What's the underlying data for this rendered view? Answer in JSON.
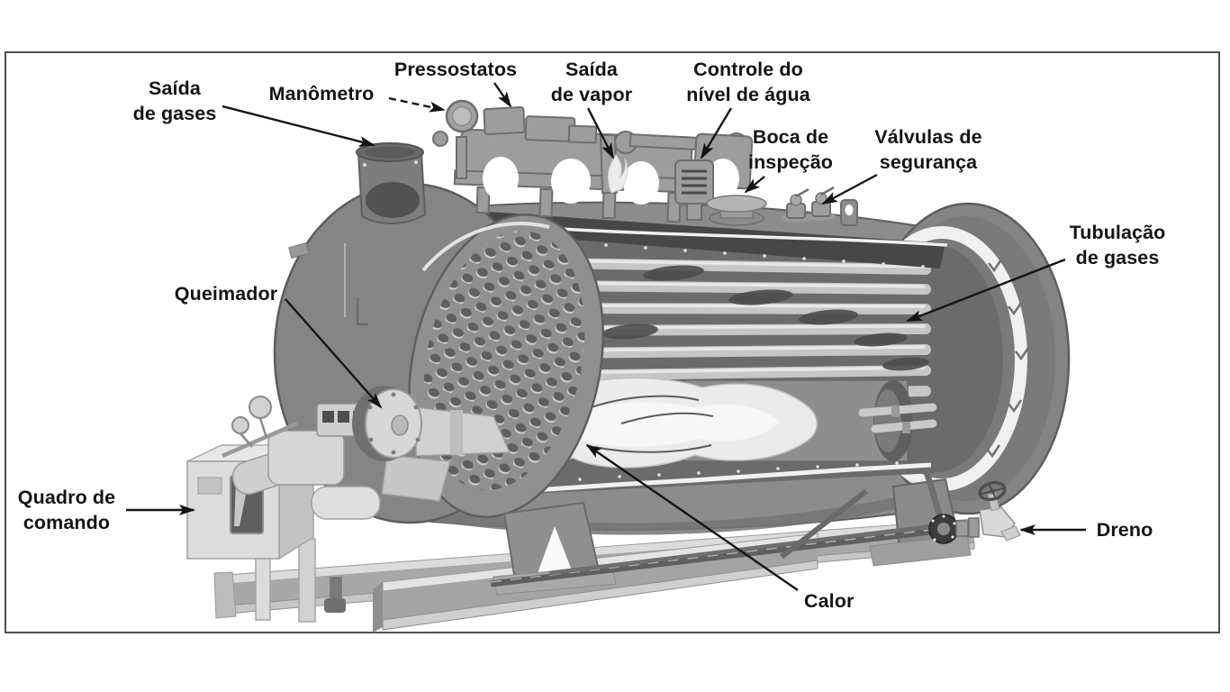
{
  "figure": {
    "subject": "Diagrama em corte de caldeira flamotubular com componentes identificados",
    "background": "#ffffff",
    "border_color": "#4f4f4f",
    "labels": [
      {
        "id": "saida-de-gases",
        "text": "Saída\nde gases"
      },
      {
        "id": "manometro",
        "text": "Manômetro"
      },
      {
        "id": "pressostatos",
        "text": "Pressostatos"
      },
      {
        "id": "saida-de-vapor",
        "text": "Saída\nde vapor"
      },
      {
        "id": "controle-do-nivel-de-agua",
        "text": "Controle do\nnível de água"
      },
      {
        "id": "boca-de-inspecao",
        "text": "Boca de\ninspeção"
      },
      {
        "id": "valvulas-de-seguranca",
        "text": "Válvulas de\nsegurança"
      },
      {
        "id": "tubulacao-de-gases",
        "text": "Tubulação\nde gases"
      },
      {
        "id": "queimador",
        "text": "Queimador"
      },
      {
        "id": "quadro-de-comando",
        "text": "Quadro de\ncomando"
      },
      {
        "id": "dreno",
        "text": "Dreno"
      },
      {
        "id": "calor",
        "text": "Calor"
      }
    ],
    "colors": {
      "label_text": "#141414",
      "machine_light": "#d9d9d9",
      "machine_mid": "#8f8f8f",
      "machine_dark": "#4a4a4a",
      "flame": "#ededed"
    }
  }
}
